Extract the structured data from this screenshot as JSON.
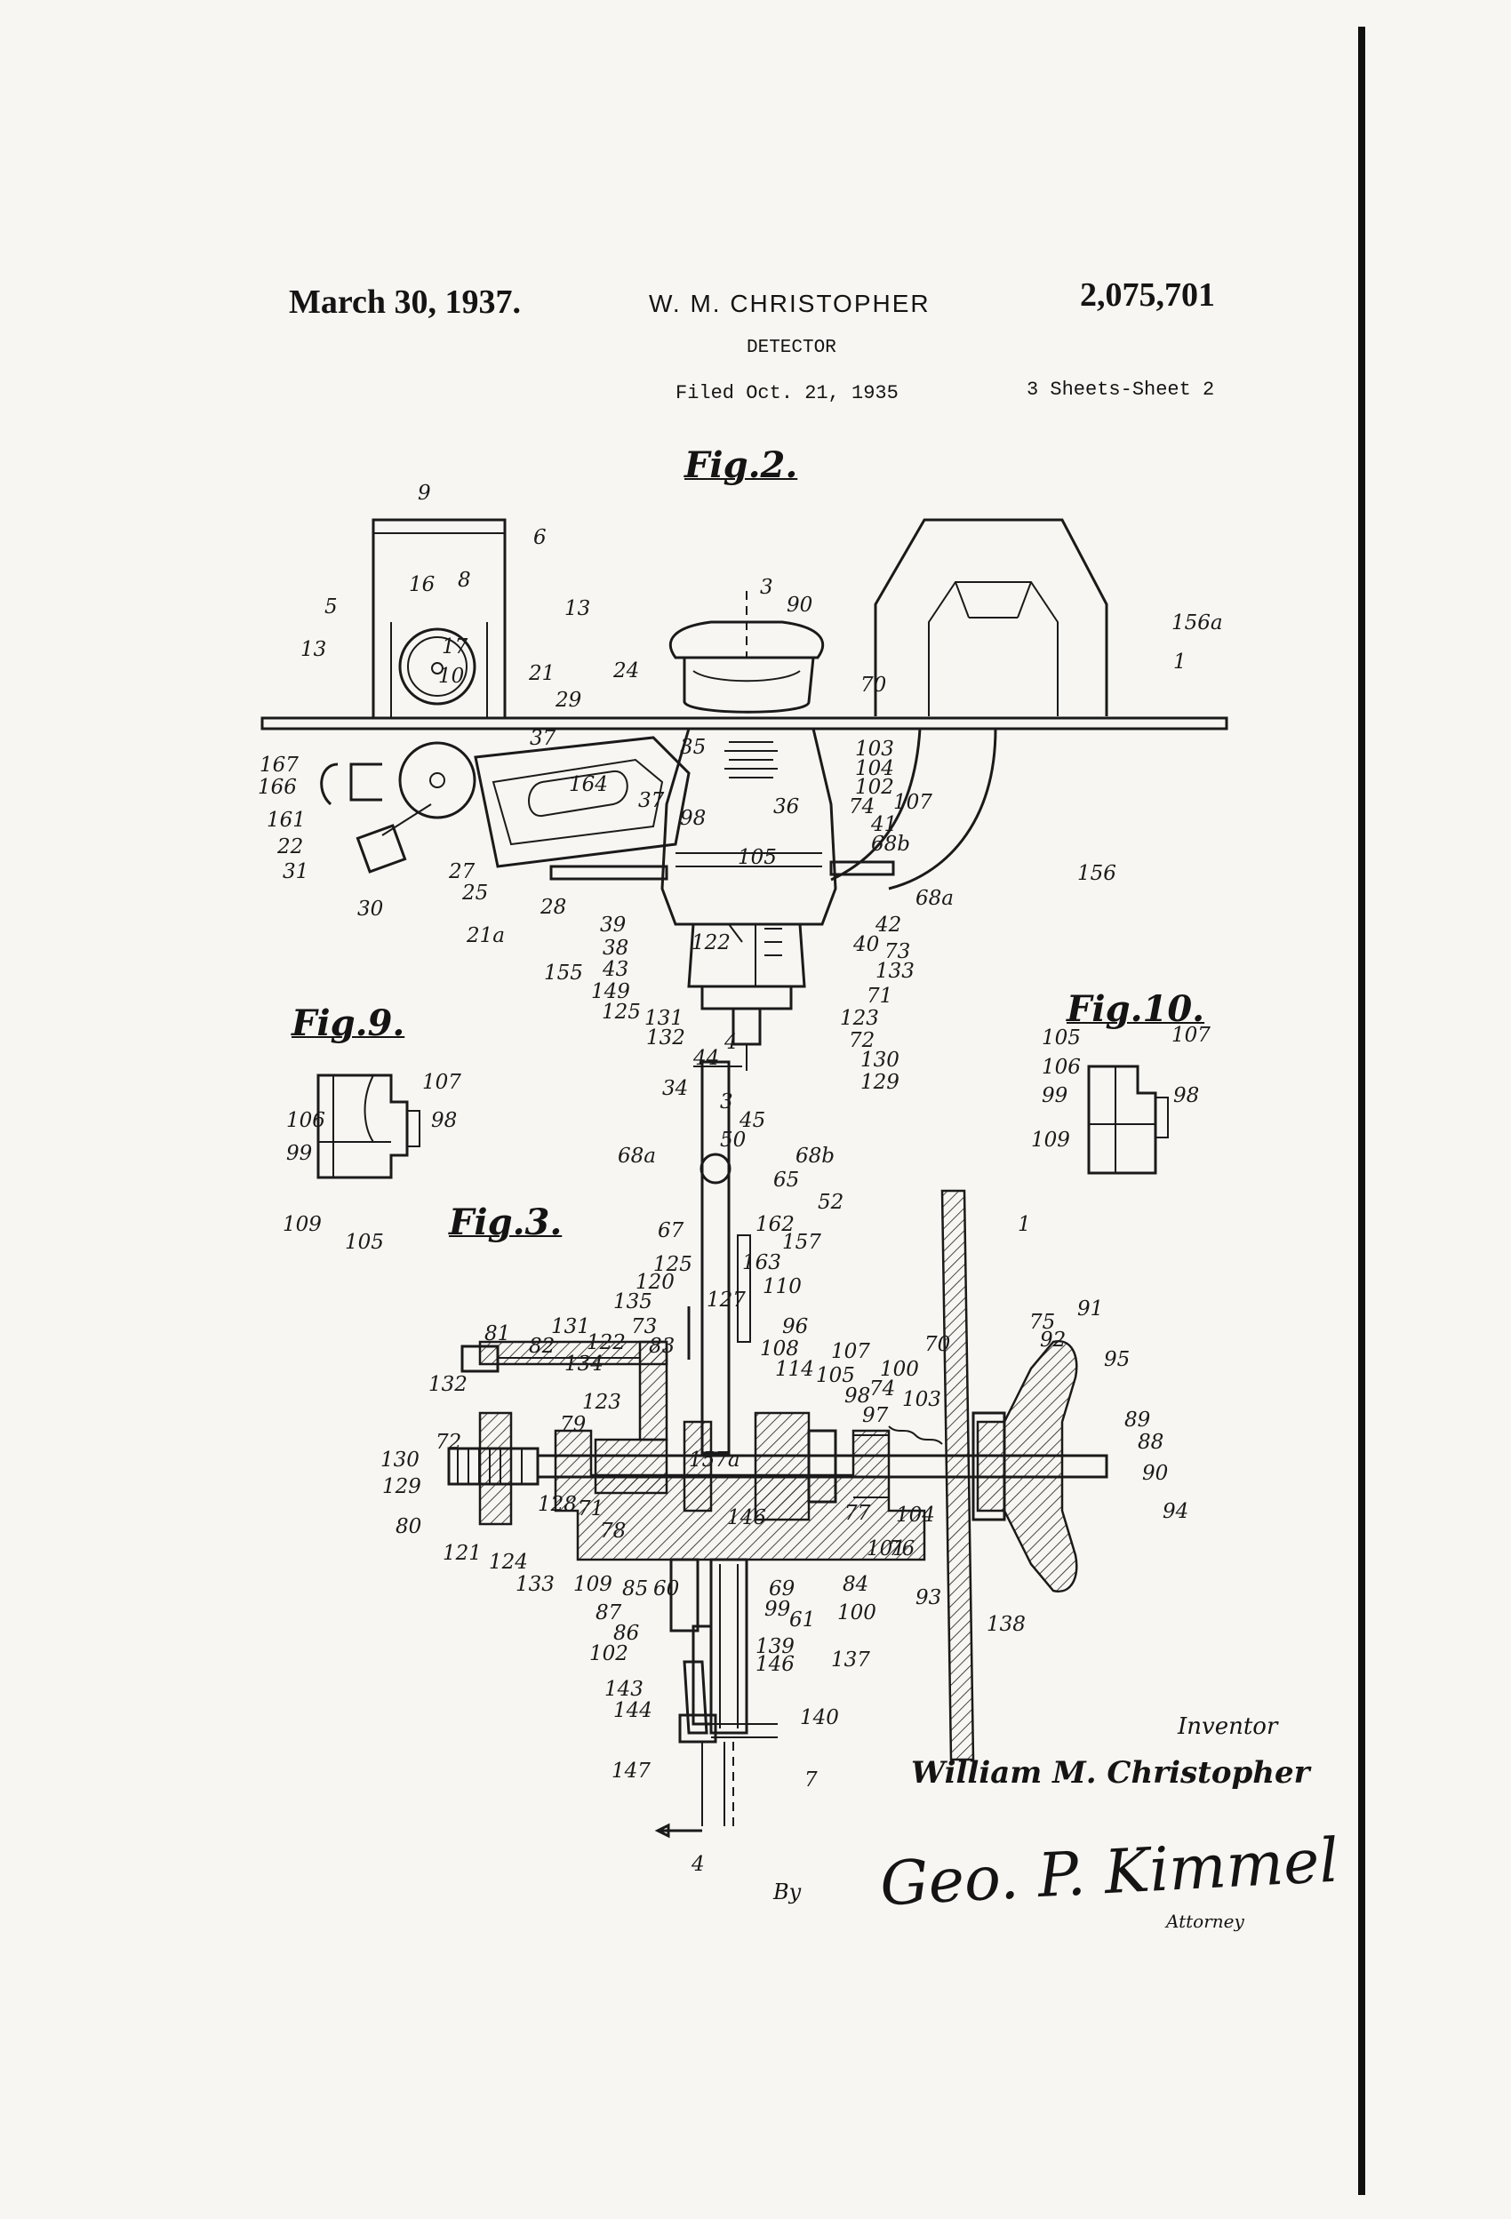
{
  "header": {
    "date": "March 30, 1937.",
    "inventor": "W. M. CHRISTOPHER",
    "patent_number": "2,075,701",
    "title": "DETECTOR",
    "filed": "Filed Oct. 21, 1935",
    "sheets": "3 Sheets-Sheet 2"
  },
  "figures": {
    "fig2": "Fig.2.",
    "fig9": "Fig.9.",
    "fig10": "Fig.10.",
    "fig3": "Fig.3."
  },
  "signature": {
    "inventor_label": "Inventor",
    "inventor_name": "William M. Christopher",
    "by": "By",
    "agent": "Geo. P. Kimmel",
    "agent_role": "Attorney"
  },
  "refs_fig2": [
    "9",
    "6",
    "16",
    "8",
    "13",
    "5",
    "13",
    "17",
    "10",
    "21",
    "24",
    "29",
    "3",
    "90",
    "70",
    "156a",
    "1",
    "167",
    "166",
    "161",
    "22",
    "31",
    "30",
    "21a",
    "25",
    "27",
    "28",
    "164",
    "37",
    "37",
    "35",
    "98",
    "36",
    "103",
    "104",
    "102",
    "74",
    "107",
    "41",
    "68b",
    "105",
    "156",
    "68a",
    "39",
    "38",
    "155",
    "43",
    "149",
    "125",
    "122",
    "42",
    "73",
    "40",
    "133",
    "71",
    "131",
    "123",
    "132",
    "72",
    "130",
    "129"
  ],
  "refs_fig9": [
    "107",
    "106",
    "98",
    "99",
    "109",
    "105"
  ],
  "refs_fig10": [
    "105",
    "107",
    "106",
    "99",
    "98",
    "109"
  ],
  "refs_fig3": [
    "4",
    "44",
    "34",
    "3",
    "45",
    "50",
    "68a",
    "68b",
    "65",
    "52",
    "67",
    "162",
    "157",
    "163",
    "110",
    "1",
    "125",
    "120",
    "135",
    "127",
    "131",
    "73",
    "122",
    "81",
    "82",
    "83",
    "134",
    "96",
    "108",
    "114",
    "107",
    "70",
    "105",
    "100",
    "91",
    "75",
    "92",
    "95",
    "74",
    "103",
    "132",
    "123",
    "79",
    "98",
    "97",
    "72",
    "89",
    "88",
    "130",
    "129",
    "157a",
    "90",
    "80",
    "121",
    "128",
    "71",
    "78",
    "146",
    "101",
    "77",
    "76",
    "104",
    "94",
    "124",
    "133",
    "109",
    "85",
    "60",
    "87",
    "86",
    "102",
    "84",
    "69",
    "99",
    "61",
    "100",
    "93",
    "138",
    "139",
    "146",
    "137",
    "143",
    "144",
    "140",
    "147",
    "7",
    "4"
  ]
}
